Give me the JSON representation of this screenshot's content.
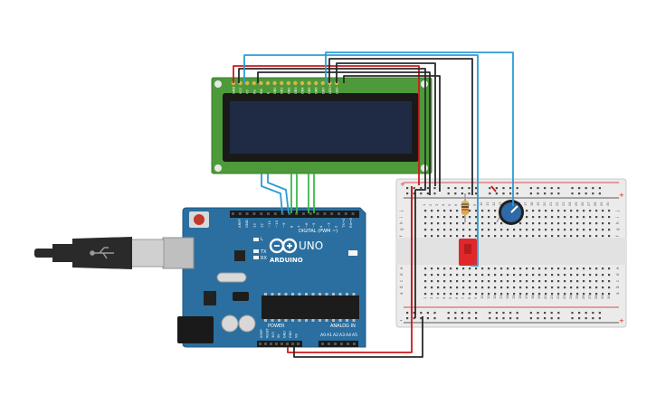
{
  "lcd": {
    "pin_labels": [
      "GND",
      "VCC",
      "V0",
      "RS",
      "RW",
      "E",
      "DB0",
      "DB1",
      "DB2",
      "DB3",
      "DB4",
      "DB5",
      "DB6",
      "DB7",
      "LED+",
      "LED-"
    ]
  },
  "arduino": {
    "logo_text": "ARDUINO",
    "model_text": "UNO",
    "on_label": "ON",
    "tx_label": "TX",
    "rx_label": "RX",
    "l_label": "L",
    "digital_label": "DIGITAL (PWM ~)",
    "power_label": "POWER",
    "analog_label": "ANALOG IN",
    "digital_pins": [
      "AREF",
      "GND",
      "13",
      "12",
      "~11",
      "~10",
      "~9",
      "8",
      "7",
      "~6",
      "~5",
      "4",
      "~3",
      "2",
      "TX→1",
      "RX←0"
    ],
    "power_pins": [
      "IOREF",
      "RESET",
      "3V3",
      "5V",
      "GND",
      "GND",
      "Vin"
    ],
    "analog_pins": [
      "A0",
      "A1",
      "A2",
      "A3",
      "A4",
      "A5"
    ]
  },
  "breadboard": {
    "col_numbers": [
      "1",
      "2",
      "3",
      "4",
      "5",
      "6",
      "7",
      "8",
      "9",
      "10",
      "11",
      "12",
      "13",
      "14",
      "15",
      "16",
      "17",
      "18",
      "19",
      "20",
      "21",
      "22",
      "23",
      "24",
      "25",
      "26",
      "27",
      "28",
      "29",
      "30"
    ],
    "row_letters_top": [
      "j",
      "i",
      "h",
      "g",
      "f"
    ],
    "row_letters_bottom": [
      "e",
      "d",
      "c",
      "b",
      "a"
    ],
    "rail_plus": "+",
    "rail_minus": "-"
  },
  "colors": {
    "lcd_pcb": "#4e9a3a",
    "lcd_screen": "#1f2a44",
    "arduino_board": "#2a6f9f",
    "breadboard": "#ebebeb",
    "wire_red": "#d0191a",
    "wire_black": "#2a2a2a",
    "wire_blue": "#2b9bd5",
    "wire_green": "#3db84a",
    "switch_red": "#e0282a",
    "pot_blue": "#2e69a8"
  }
}
